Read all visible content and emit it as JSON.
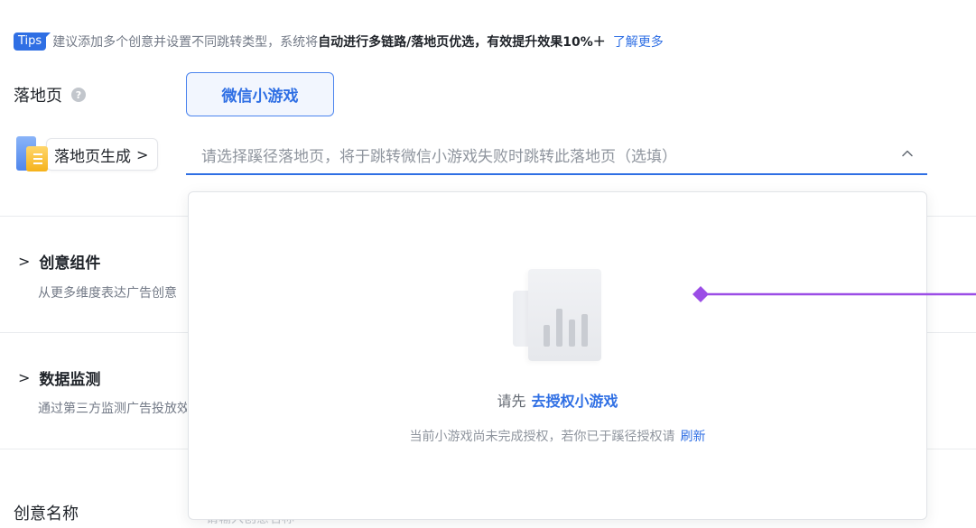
{
  "tips": {
    "badge": "Tips",
    "text_before": "建议添加多个创意并设置不同跳转类型，系统将",
    "text_bold": "自动进行多链路/落地页优选，有效提升效果10%＋",
    "link": "了解更多"
  },
  "landing_page": {
    "label": "落地页",
    "help_icon": "?",
    "type_button": "微信小游戏",
    "generator_label": "落地页生成",
    "generator_chevron": ">",
    "select_placeholder": "请选择蹊径落地页，将于跳转微信小游戏失败时跳转此落地页（选填）"
  },
  "sections": [
    {
      "arrow": ">",
      "title": "创意组件",
      "desc": "从更多维度表达广告创意"
    },
    {
      "arrow": ">",
      "title": "数据监测",
      "desc": "通过第三方监测广告投放效果"
    }
  ],
  "creative_name": {
    "label": "创意名称",
    "hint": "请输入创意名称"
  },
  "dropdown": {
    "empty_prefix": "请先",
    "empty_link": "去授权小游戏",
    "empty_sub": "当前小游戏尚未完成授权，若你已于蹊径授权请",
    "refresh_link": "刷新"
  },
  "colors": {
    "accent": "#2f6fe4",
    "pointer": "#9b4de6"
  }
}
